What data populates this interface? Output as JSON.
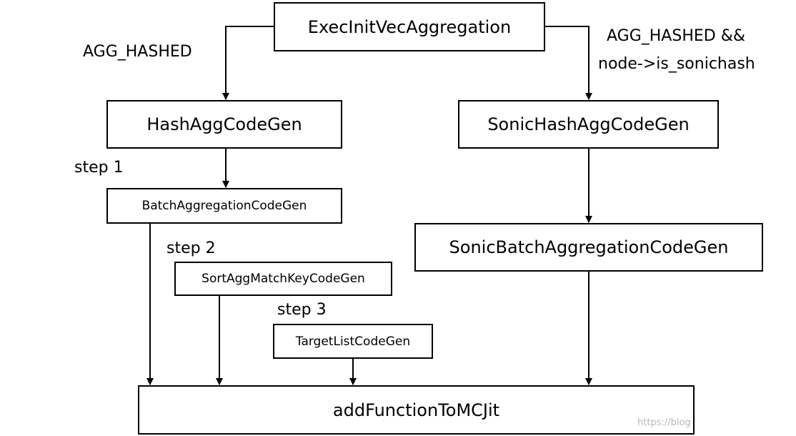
{
  "nodes": {
    "exec_init": "ExecInitVecAggregation",
    "hash_agg": "HashAggCodeGen",
    "sonic_hash_agg": "SonicHashAggCodeGen",
    "batch_agg": "BatchAggregationCodeGen",
    "sonic_batch_agg": "SonicBatchAggregationCodeGen",
    "sort_agg": "SortAggMatchKeyCodeGen",
    "target_list": "TargetListCodeGen",
    "add_function": "addFunctionToMCJit"
  },
  "labels": {
    "agg_hashed": "AGG_HASHED",
    "agg_hashed_sonic_line1": "AGG_HASHED &&",
    "agg_hashed_sonic_line2": "node->is_sonichash",
    "step1": "step 1",
    "step2": "step 2",
    "step3": "step 3"
  },
  "watermark": "https://blog"
}
